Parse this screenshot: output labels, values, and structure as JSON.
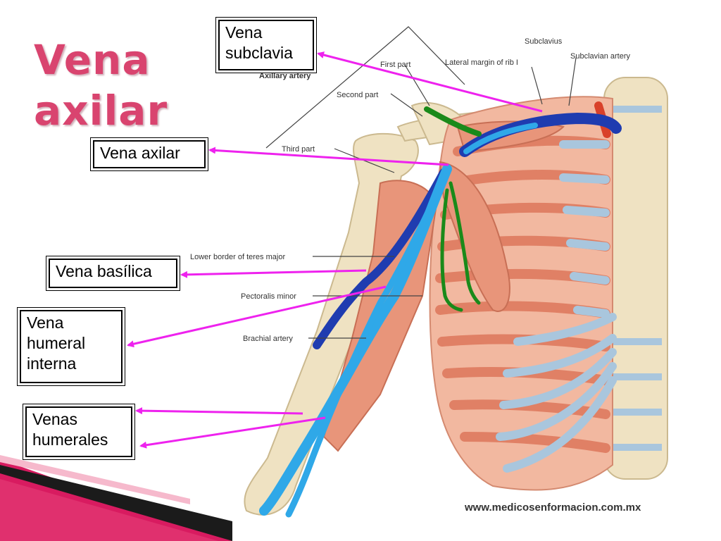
{
  "title": {
    "line1": "Vena",
    "line2": "axilar"
  },
  "callouts": {
    "subclavia": [
      "Vena",
      "subclavia"
    ],
    "axilar": [
      "Vena axilar"
    ],
    "basilica": [
      "Vena basílica"
    ],
    "humeral_interna": [
      "Vena",
      "humeral",
      "interna"
    ],
    "humerales": [
      "Venas",
      "humerales"
    ]
  },
  "anatomy_labels": {
    "subclavius": "Subclavius",
    "subclavian_artery": "Subclavian artery",
    "first_part": "First part",
    "lateral_margin": "Lateral margin of rib I",
    "axillary_artery": "Axillary artery",
    "second_part": "Second part",
    "third_part": "Third part",
    "lower_border": "Lower border of teres major",
    "pectoralis_minor": "Pectoralis minor",
    "brachial_artery": "Brachial artery"
  },
  "watermark": "www.medicosenformacion.com.mx",
  "colors": {
    "title": "#d9446f",
    "arrow": "#ee22ee",
    "light_vein": "#2fa8e8",
    "dark_vein": "#1f3cb0",
    "nerve": "#1a8a1a",
    "muscle": "#e8957a",
    "bone": "#efe2c2",
    "cartilage": "#a9c6dd",
    "accent_pink": "#d81b60"
  }
}
